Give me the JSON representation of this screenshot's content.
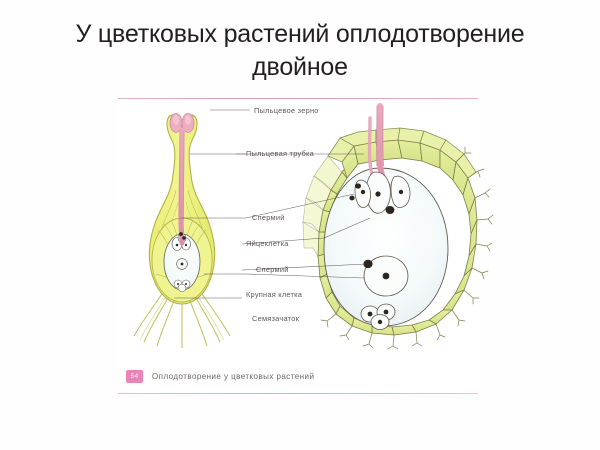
{
  "slide": {
    "title": "У цветковых растений оплодотворение двойное"
  },
  "figure": {
    "labels": [
      {
        "id": "pollen-grain",
        "text": "Пыльцевое зерно"
      },
      {
        "id": "pollen-tube",
        "text": "Пыльцевая трубка"
      },
      {
        "id": "sperm-upper",
        "text": "Спермий"
      },
      {
        "id": "egg-cell",
        "text": "Яйцеклетка"
      },
      {
        "id": "sperm-lower",
        "text": "Спермий"
      },
      {
        "id": "large-cell",
        "text": "Крупная клетка"
      },
      {
        "id": "ovule",
        "text": "Семязачаток"
      }
    ],
    "caption": {
      "number": "54",
      "text": "Оплодотворение у цветковых растений"
    },
    "colors": {
      "pistil_fill": "#eef07e",
      "pistil_stroke": "#b9b94e",
      "pollen_pink": "#e8a8bd",
      "cell_green": "#dde89a",
      "cell_stroke": "#7d7f4a",
      "embryo_sac": "#f2f7f9",
      "nucleus_dark": "#2b2620",
      "rule_pink": "#d79db0",
      "badge_pink": "#e87bb0",
      "label_text": "#3a3233"
    }
  }
}
